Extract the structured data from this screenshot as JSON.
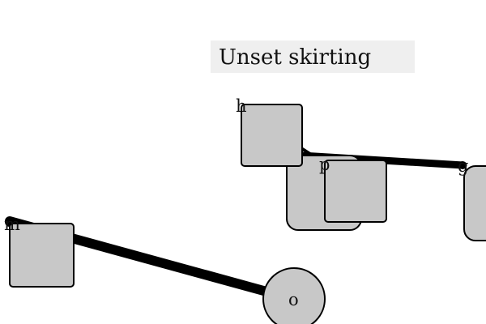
{
  "title": "Unset skirting",
  "nodes": {
    "h": "h",
    "p": "p",
    "g": "g",
    "m": "m",
    "o": "o"
  },
  "colors": {
    "node_fill": "#c8c8c8",
    "node_stroke": "#000000",
    "title_background": "#efefef",
    "edge": "#000000"
  }
}
